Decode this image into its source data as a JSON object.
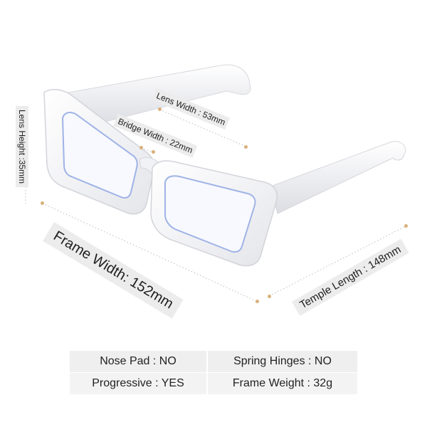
{
  "dimensions": {
    "lens_width": "Lens Width : 53mm",
    "bridge_width": "Bridge Width : 22mm",
    "lens_height": "Lens Height :35mm",
    "frame_width": "Frame Width: 152mm",
    "temple_length": "Temple Length : 148mm"
  },
  "specs": {
    "nose_pad": "Nose Pad : NO",
    "spring_hinges": "Spring Hinges : NO",
    "progressive": "Progressive : YES",
    "frame_weight": "Frame Weight : 32g"
  },
  "colors": {
    "frame": "#ffffff",
    "lens_tint": "#9fb3e6",
    "dot": "#d9b07a",
    "label_bg": "#ececec"
  }
}
